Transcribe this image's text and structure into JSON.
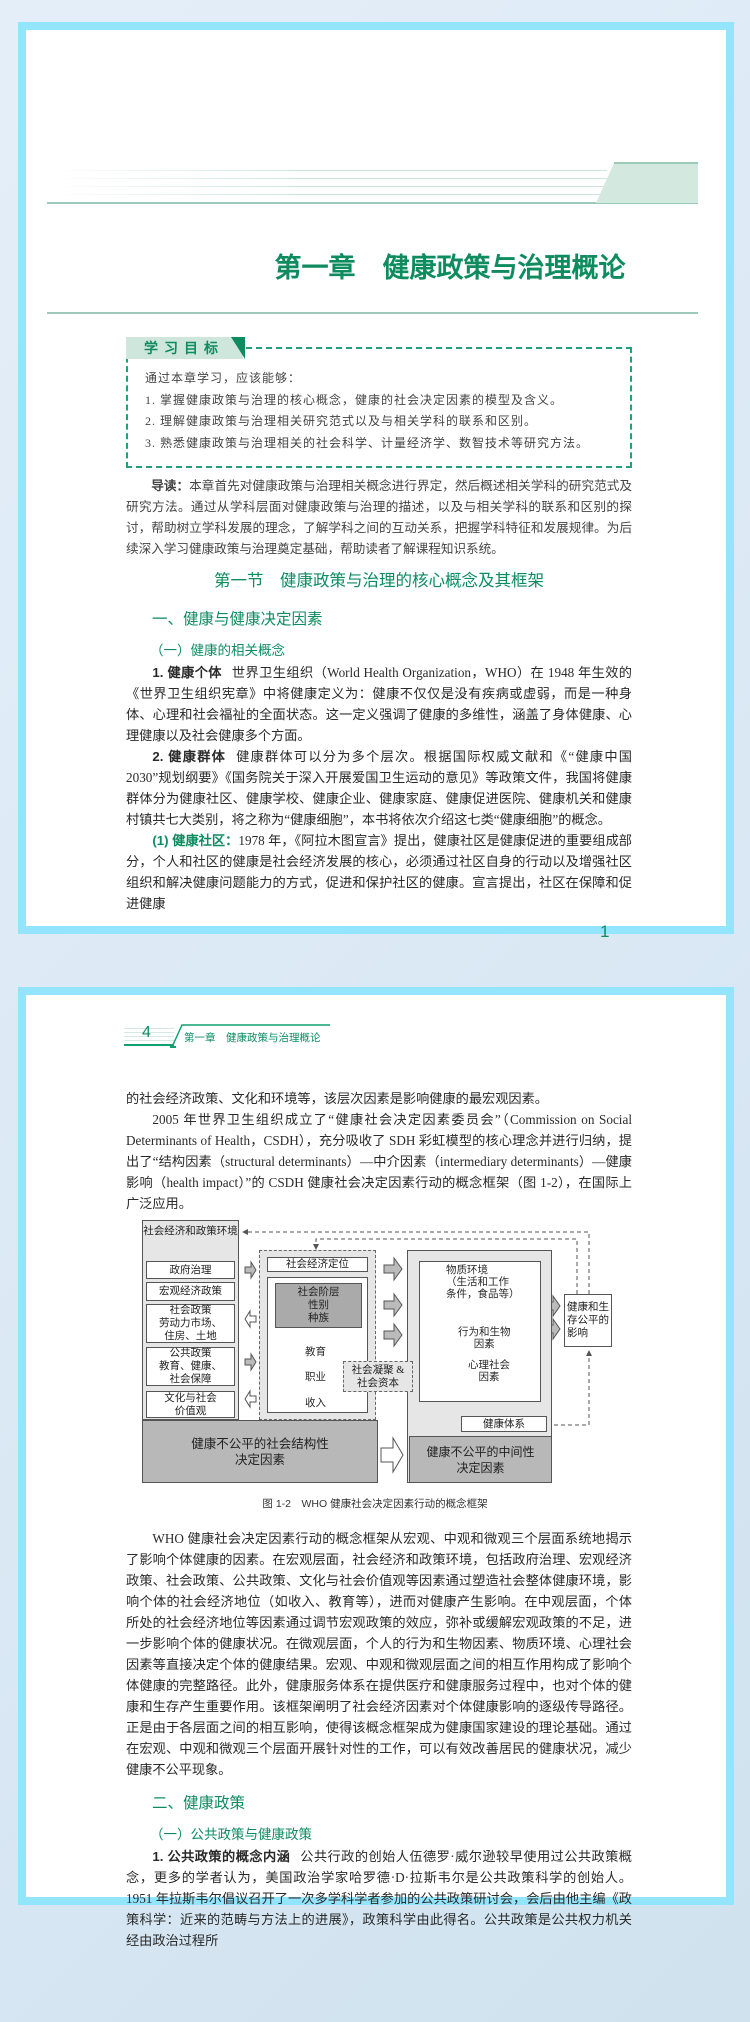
{
  "colors": {
    "accent": "#0e8c60",
    "page_border": "#93e4fd",
    "tab_fill": "#cfe6dc"
  },
  "page1": {
    "chapter_title": "第一章　健康政策与治理概论",
    "objectives": {
      "tab": "学习目标",
      "intro": "通过本章学习，应该能够：",
      "items": [
        "1. 掌握健康政策与治理的核心概念，健康的社会决定因素的模型及含义。",
        "2. 理解健康政策与治理相关研究范式以及与相关学科的联系和区别。",
        "3. 熟悉健康政策与治理相关的社会科学、计量经济学、数智技术等研究方法。"
      ]
    },
    "reading": {
      "label": "导读：",
      "text": "本章首先对健康政策与治理相关概念进行界定，然后概述相关学科的研究范式及研究方法。通过从学科层面对健康政策与治理的描述，以及与相关学科的联系和区别的探讨，帮助树立学科发展的理念，了解学科之间的互动关系，把握学科特征和发展规律。为后续深入学习健康政策与治理奠定基础，帮助读者了解课程知识系统。"
    },
    "section_title": "第一节　健康政策与治理的核心概念及其框架",
    "h1": "一、健康与健康决定因素",
    "h2": "（一）健康的相关概念",
    "paragraphs": [
      {
        "lead": "1. 健康个体",
        "text": "世界卫生组织（World Health Organization，WHO）在 1948 年生效的《世界卫生组织宪章》中将健康定义为：健康不仅仅是没有疾病或虚弱，而是一种身体、心理和社会福祉的全面状态。这一定义强调了健康的多维性，涵盖了身体健康、心理健康以及社会健康多个方面。"
      },
      {
        "lead": "2. 健康群体",
        "text": "健康群体可以分为多个层次。根据国际权威文献和《“健康中国 2030”规划纲要》《国务院关于深入开展爱国卫生运动的意见》等政策文件，我国将健康群体分为健康社区、健康学校、健康企业、健康家庭、健康促进医院、健康机关和健康村镇共七大类别，将之称为“健康细胞”，本书将依次介绍这七类“健康细胞”的概念。"
      },
      {
        "lead": "(1) 健康社区：",
        "text": "1978 年，《阿拉木图宣言》提出，健康社区是健康促进的重要组成部分，个人和社区的健康是社会经济发展的核心，必须通过社区自身的行动以及增强社区组织和解决健康问题能力的方式，促进和保护社区的健康。宣言提出，社区在保障和促进健康"
      }
    ],
    "page_number": "1"
  },
  "page2": {
    "running_head": {
      "page_number": "4",
      "chapter": "第一章　健康政策与治理概论"
    },
    "paragraphs_top": [
      "的社会经济政策、文化和环境等，该层次因素是影响健康的最宏观因素。",
      "2005 年世界卫生组织成立了“健康社会决定因素委员会”（Commission on Social Determinants of Health，CSDH），充分吸收了 SDH 彩虹模型的核心理念并进行归纳，提出了“结构因素（structural determinants）—中介因素（intermediary determinants）—健康影响（health impact）”的 CSDH 健康社会决定因素行动的概念框架（图 1-2），在国际上广泛应用。"
    ],
    "figure": {
      "context_title": "社会经济和政策环境",
      "context_items": [
        "政府治理",
        "宏观经济政策",
        "社会政策\n劳动力市场、\n住房、土地",
        "公共政策\n教育、健康、\n社会保障",
        "文化与社会\n价值观"
      ],
      "position": "社会经济定位",
      "strata": "社会阶层\n性别\n种族",
      "chain": [
        "教育",
        "职业",
        "收入"
      ],
      "cohesion": "社会凝聚 &\n社会资本",
      "material": "物质环境\n（生活和工作\n条件，食品等）",
      "behavior": "行为和生物\n因素",
      "psychosocial": "心理社会\n因素",
      "health_system": "健康体系",
      "impact": "健康和生\n存公平的\n影响",
      "structural": "健康不公平的社会结构性\n决定因素",
      "intermediary": "健康不公平的中间性\n决定因素",
      "caption": "图 1-2　WHO 健康社会决定因素行动的概念框架"
    },
    "paragraph_who": "WHO 健康社会决定因素行动的概念框架从宏观、中观和微观三个层面系统地揭示了影响个体健康的因素。在宏观层面，社会经济和政策环境，包括政府治理、宏观经济政策、社会政策、公共政策、文化与社会价值观等因素通过塑造社会整体健康环境，影响个体的社会经济地位（如收入、教育等），进而对健康产生影响。在中观层面，个体所处的社会经济地位等因素通过调节宏观政策的效应，弥补或缓解宏观政策的不足，进一步影响个体的健康状况。在微观层面，个人的行为和生物因素、物质环境、心理社会因素等直接决定个体的健康结果。宏观、中观和微观层面之间的相互作用构成了影响个体健康的完整路径。此外，健康服务体系在提供医疗和健康服务过程中，也对个体的健康和生存产生重要作用。该框架阐明了社会经济因素对个体健康影响的逐级传导路径。正是由于各层面之间的相互影响，使得该概念框架成为健康国家建设的理论基础。通过在宏观、中观和微观三个层面开展针对性的工作，可以有效改善居民的健康状况，减少健康不公平现象。",
    "h1": "二、健康政策",
    "h2": "（一）公共政策与健康政策",
    "paragraph_last": {
      "lead": "1. 公共政策的概念内涵",
      "text": "公共行政的创始人伍德罗·威尔逊较早使用过公共政策概念，更多的学者认为，美国政治学家哈罗德·D·拉斯韦尔是公共政策科学的创始人。1951 年拉斯韦尔倡议召开了一次多学科学者参加的公共政策研讨会，会后由他主编《政策科学：近来的范畴与方法上的进展》，政策科学由此得名。公共政策是公共权力机关经由政治过程所"
    }
  }
}
